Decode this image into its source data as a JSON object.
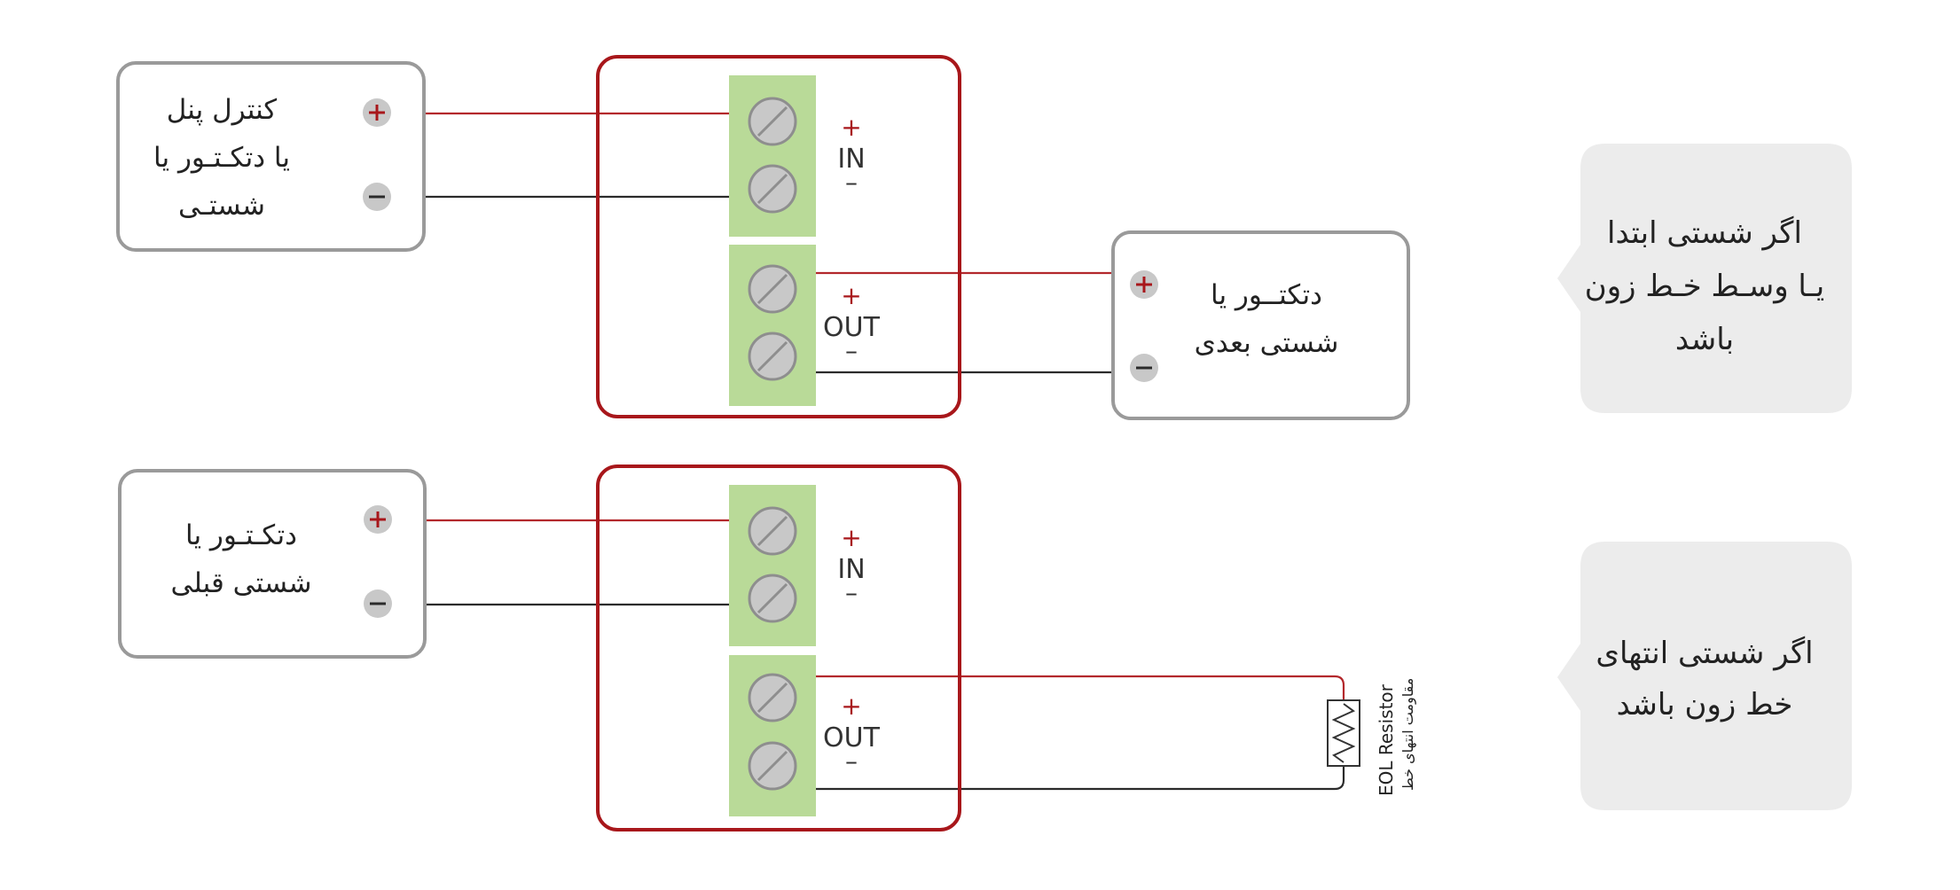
{
  "colors": {
    "accent_red": "#a8171b",
    "wire_red": "#b3282c",
    "wire_black": "#2b2b2b",
    "box_border": "#9a9a9a",
    "terminal_green": "#b9da98",
    "screw_fill": "#c8c8c8",
    "note_bg": "#ececec"
  },
  "top_row": {
    "source_box": {
      "lines": [
        "کنترل پنل",
        "یا دتکـتـور یا",
        "شستـی"
      ]
    },
    "module": {
      "in": {
        "plus": "+",
        "label": "IN",
        "minus": "–"
      },
      "out": {
        "plus": "+",
        "label": "OUT",
        "minus": "–"
      }
    },
    "next_box": {
      "lines": [
        "دتکتــور یا",
        "شستی بعدی"
      ]
    },
    "note": {
      "lines": [
        "اگر شستی ابتدا",
        "یـا وسـط خـط زون",
        "باشد"
      ]
    }
  },
  "bottom_row": {
    "source_box": {
      "lines": [
        "دتکـتـور یا",
        "شستی قبلی"
      ]
    },
    "module": {
      "in": {
        "plus": "+",
        "label": "IN",
        "minus": "–"
      },
      "out": {
        "plus": "+",
        "label": "OUT",
        "minus": "–"
      }
    },
    "resistor": {
      "label_en": "EOL Resistor",
      "label_fa": "مقاومت انتهای خط"
    },
    "note": {
      "lines": [
        "اگر شستی انتهای",
        "خط زون باشد"
      ]
    }
  },
  "terminal_icons": {
    "plus": "plus-icon",
    "minus": "minus-icon",
    "screw": "screw-icon"
  }
}
